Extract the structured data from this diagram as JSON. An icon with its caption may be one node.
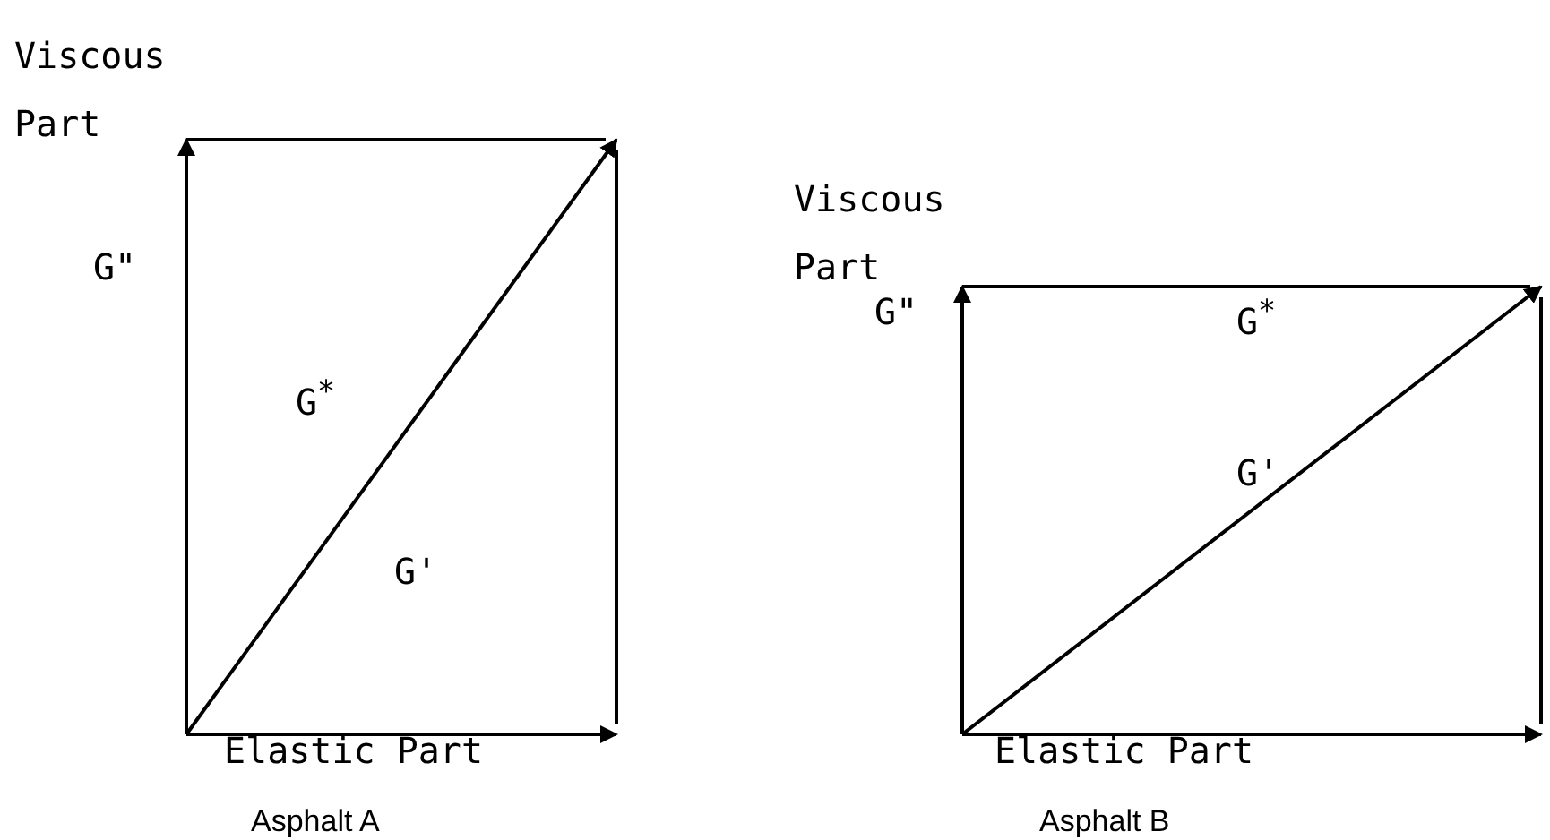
{
  "diagram": {
    "labels": [
      "Viscous Part",
      "G\"",
      "G$^{*}$",
      "G'",
      "Elastic Part",
      "Viscous Part",
      "G\"",
      "G$^{*}$",
      "G'",
      "Elastic Part",
      "Asphalt A",
      "Asphalt B"
    ]
  }
}
